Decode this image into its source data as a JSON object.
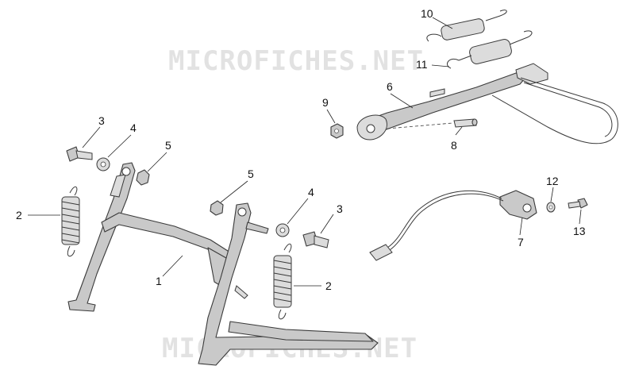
{
  "watermark": {
    "text": "MICROFICHES.NET"
  },
  "callouts": {
    "c1": "1",
    "c2a": "2",
    "c2b": "2",
    "c3a": "3",
    "c3b": "3",
    "c4a": "4",
    "c4b": "4",
    "c5a": "5",
    "c5b": "5",
    "c6": "6",
    "c7": "7",
    "c8": "8",
    "c9": "9",
    "c10": "10",
    "c11": "11",
    "c12": "12",
    "c13": "13"
  },
  "parts": {
    "center_stand": "center-stand",
    "spring": "spring",
    "bolt": "bolt",
    "washer": "washer",
    "nut": "nut",
    "side_stand": "side-stand",
    "stand_switch": "side-stand-switch",
    "pin": "pin",
    "small_nut": "small-nut",
    "small_spring": "small-spring",
    "long_spring": "long-spring",
    "small_washer": "small-washer",
    "screw": "screw"
  }
}
